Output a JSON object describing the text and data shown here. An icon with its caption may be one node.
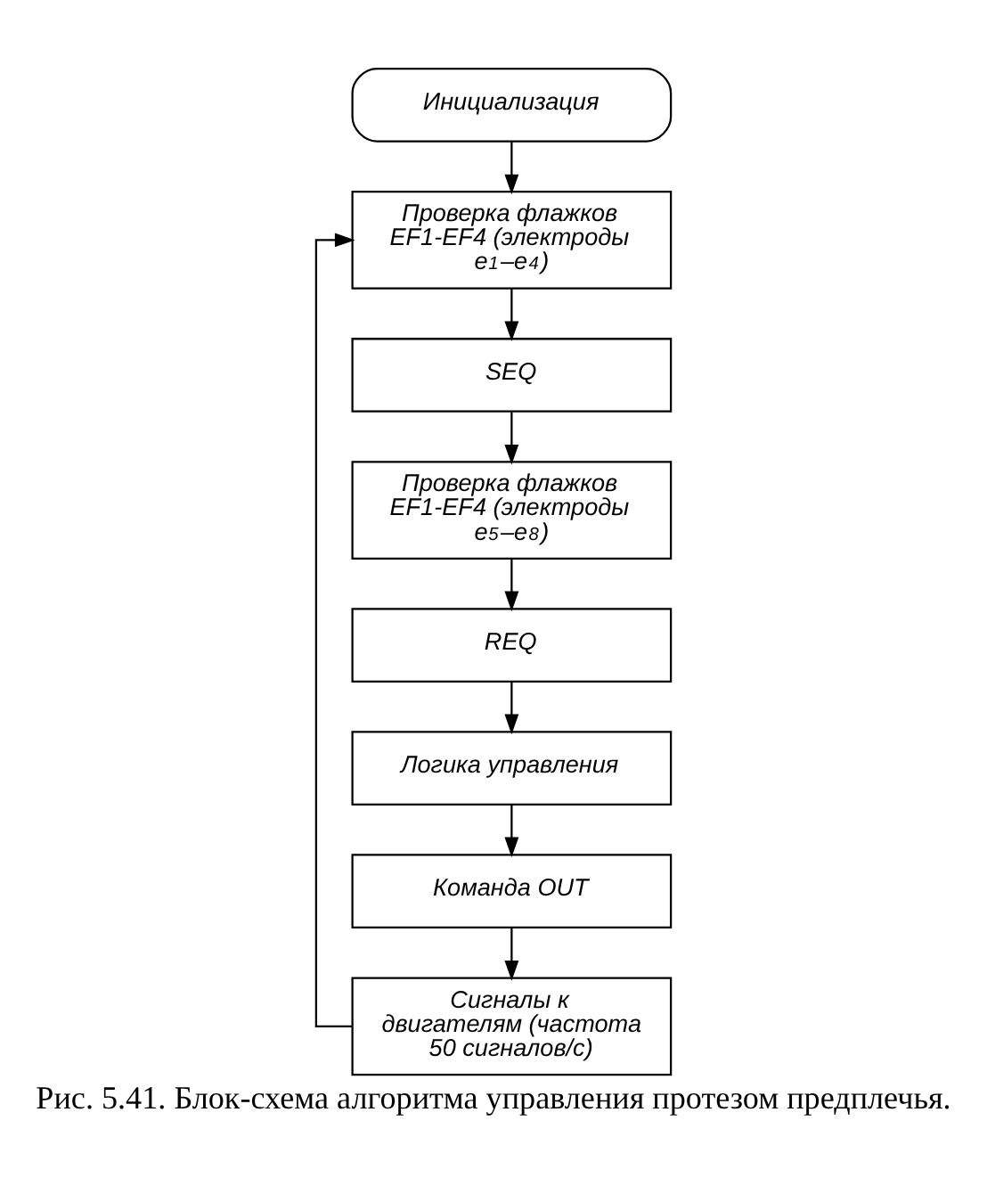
{
  "diagram": {
    "caption": "Рис. 5.41. Блок-схема алгоритма управления протезом предплечья.",
    "nodes": [
      {
        "text": [
          "Инициализация"
        ]
      },
      {
        "text": [
          "Проверка флажков EF1-EF4 (электроды e$_{1}$–e$_{4}$)"
        ]
      },
      {
        "text": [
          "SEQ"
        ]
      },
      {
        "text": [
          "Проверка флажков EF1-EF4 (электроды e$_{5}$–e$_{8}$)"
        ]
      },
      {
        "text": [
          "REQ"
        ]
      },
      {
        "text": [
          "Логика управления"
        ]
      },
      {
        "text": [
          "Команда OUT"
        ]
      },
      {
        "text": [
          "Сигналы к двигателям (частота 50 сигналов/с)"
        ]
      }
    ],
    "edges": [
      {
        "from": 0,
        "to": 1,
        "arrow": "to"
      },
      {
        "from": 1,
        "to": 2,
        "arrow": "to"
      },
      {
        "from": 2,
        "to": 3,
        "arrow": "to"
      },
      {
        "from": 3,
        "to": 4,
        "arrow": "to"
      },
      {
        "from": 4,
        "to": 5,
        "arrow": "to"
      },
      {
        "from": 5,
        "to": 6,
        "arrow": "to"
      },
      {
        "from": 6,
        "to": 7,
        "arrow": "to"
      },
      {
        "from": 7,
        "to": 1,
        "arrow": "to"
      }
    ]
  }
}
